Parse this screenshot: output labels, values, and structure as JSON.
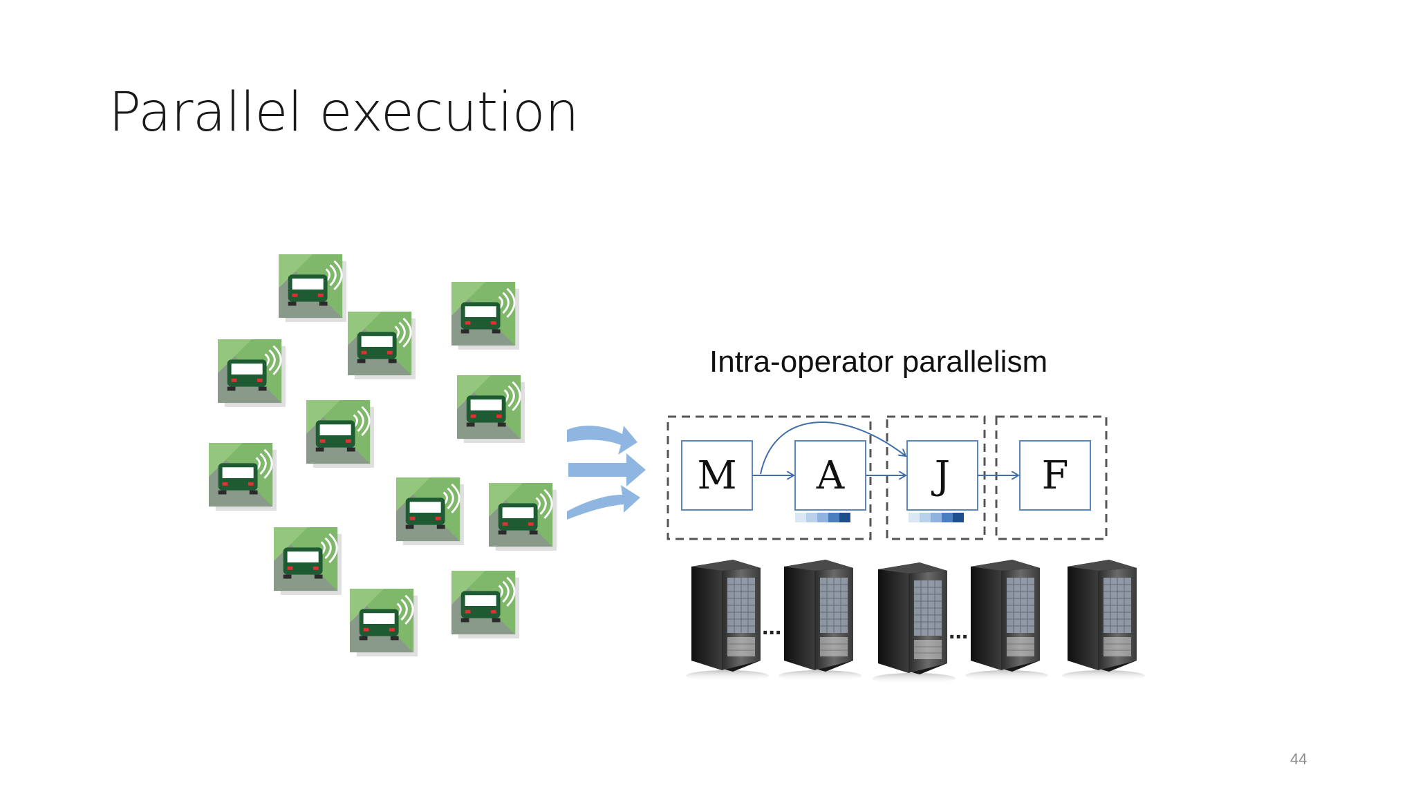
{
  "slide": {
    "title": "Parallel execution",
    "page_number": "44"
  },
  "diagram": {
    "caption": "Intra-operator parallelism",
    "operators": [
      "M",
      "A",
      "J",
      "F"
    ],
    "ellipses": [
      "...",
      "..."
    ],
    "icons": {
      "vehicle": "connected-car-icon",
      "server": "server-tower-icon",
      "flow": "flow-arrow-icon"
    },
    "colors": {
      "operator_border": "#5b86bd",
      "edge": "#3f6ea8",
      "flow_arrows": "#8fb6e0",
      "tile_green": "#7fb86a",
      "car_body": "#1e5a32"
    }
  }
}
